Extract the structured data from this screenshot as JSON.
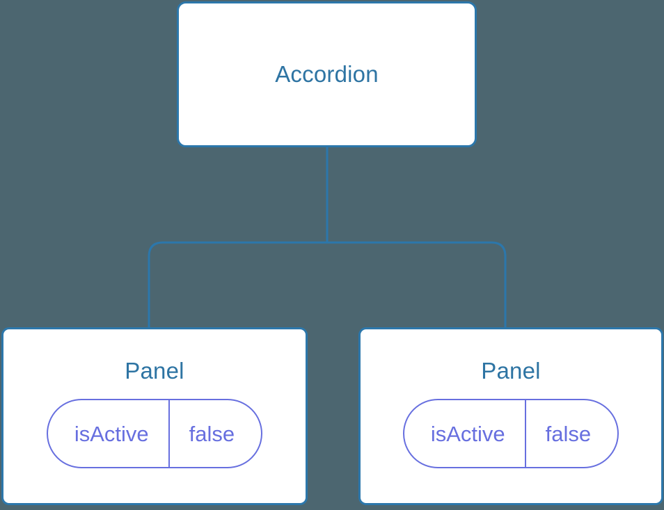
{
  "diagram": {
    "type": "component-tree",
    "background_color": "#4c6670",
    "node_border_color": "#2c77ab",
    "node_fill_color": "#ffffff",
    "node_title_color": "#2e74a3",
    "badge_color": "#676fdf",
    "connector_color": "#2c77ab",
    "root": {
      "title": "Accordion"
    },
    "children": [
      {
        "title": "Panel",
        "state": {
          "key": "isActive",
          "value": "false"
        }
      },
      {
        "title": "Panel",
        "state": {
          "key": "isActive",
          "value": "false"
        }
      }
    ]
  }
}
